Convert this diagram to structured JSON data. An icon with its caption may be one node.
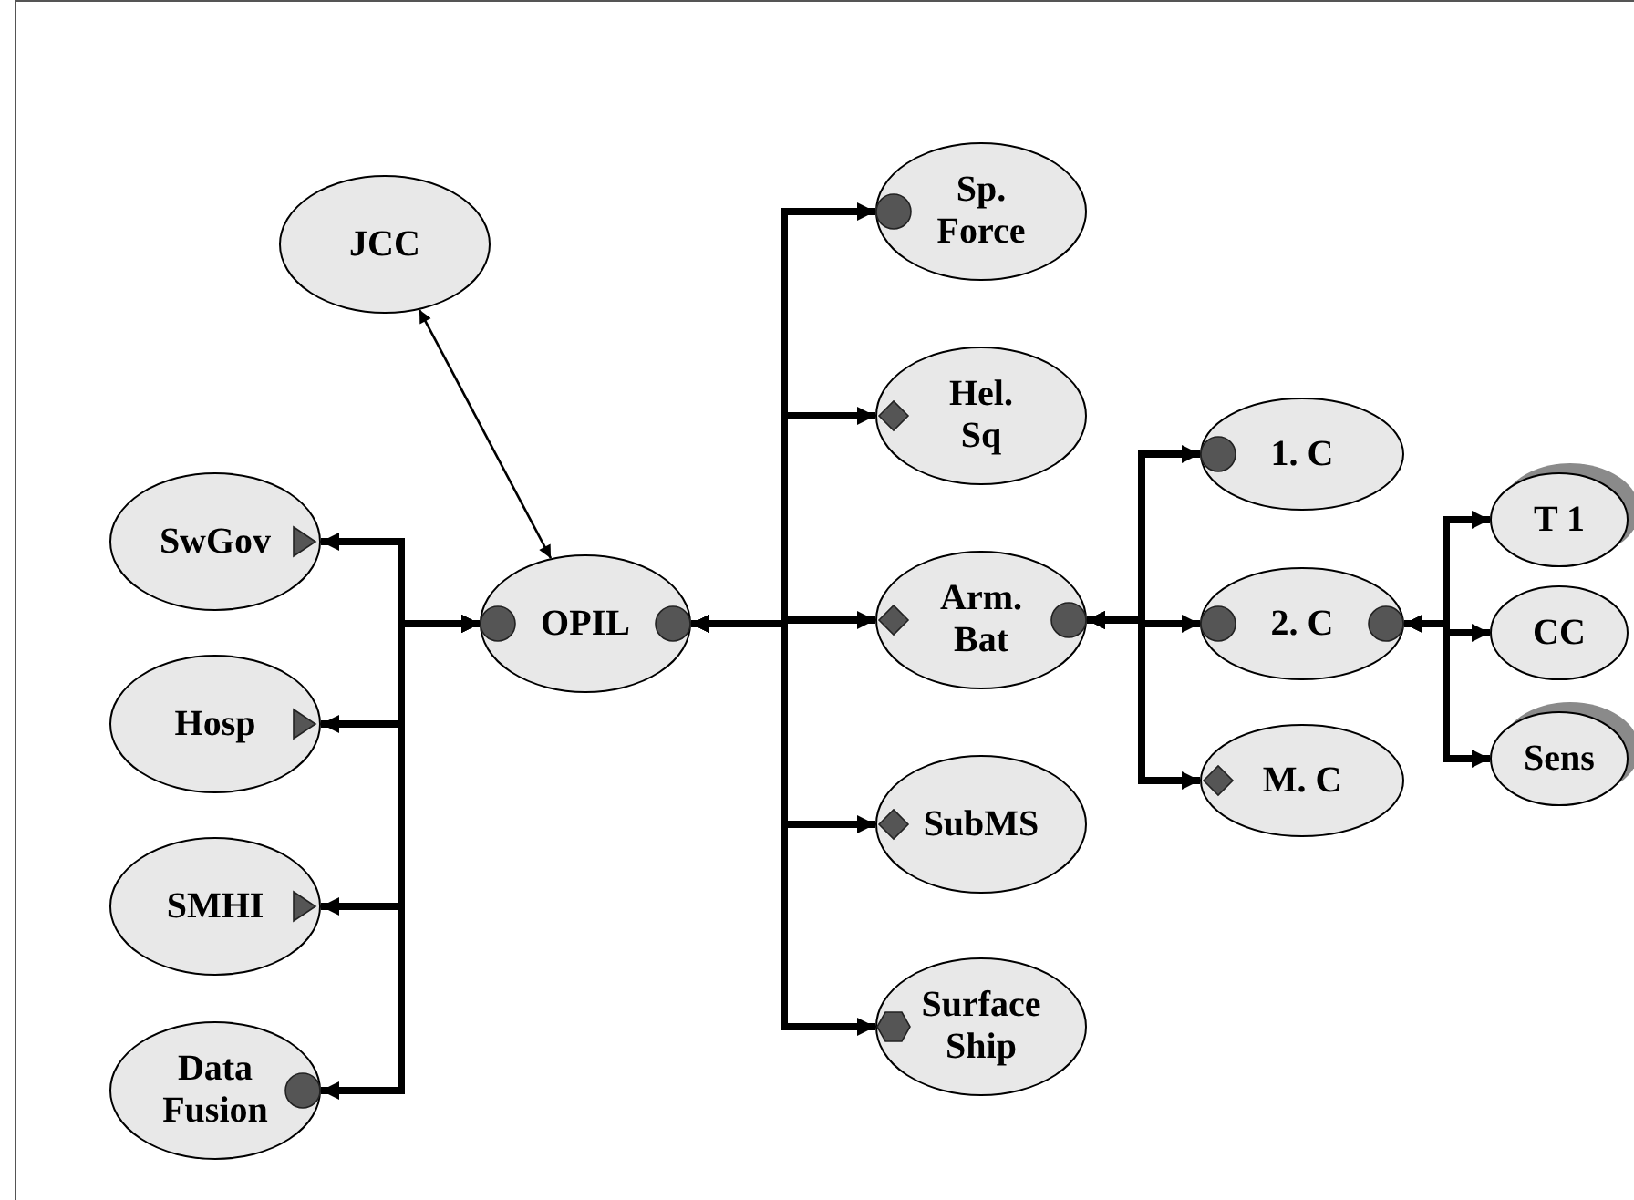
{
  "diagram": {
    "nodes": [
      {
        "text": [
          "JCC"
        ]
      },
      {
        "text": [
          "SwGov"
        ]
      },
      {
        "text": [
          "Hosp"
        ]
      },
      {
        "text": [
          "SMHI"
        ]
      },
      {
        "text": [
          "Data Fusion"
        ]
      },
      {
        "text": [
          "OPIL"
        ]
      },
      {
        "text": [
          "Sp. Force"
        ]
      },
      {
        "text": [
          "Hel. Sq"
        ]
      },
      {
        "text": [
          "Arm. Bat"
        ]
      },
      {
        "text": [
          "SubMS"
        ]
      },
      {
        "text": [
          "Surface Ship"
        ]
      },
      {
        "text": [
          "1. C"
        ]
      },
      {
        "text": [
          "2. C"
        ]
      },
      {
        "text": [
          "M. C"
        ]
      },
      {
        "text": [
          "T 1"
        ]
      },
      {
        "text": [
          "CC"
        ]
      },
      {
        "text": [
          "Sens"
        ]
      }
    ],
    "edges": [
      {
        "from": 0,
        "to": 5,
        "arrow": "both"
      },
      {
        "from": 5,
        "to": 1,
        "arrow": "both"
      },
      {
        "from": 5,
        "to": 2,
        "arrow": "both"
      },
      {
        "from": 5,
        "to": 3,
        "arrow": "both"
      },
      {
        "from": 5,
        "to": 4,
        "arrow": "both"
      },
      {
        "from": 5,
        "to": 6,
        "arrow": "both"
      },
      {
        "from": 5,
        "to": 7,
        "arrow": "both"
      },
      {
        "from": 5,
        "to": 8,
        "arrow": "both"
      },
      {
        "from": 5,
        "to": 9,
        "arrow": "both"
      },
      {
        "from": 5,
        "to": 10,
        "arrow": "both"
      },
      {
        "from": 8,
        "to": 11,
        "arrow": "both"
      },
      {
        "from": 8,
        "to": 12,
        "arrow": "both"
      },
      {
        "from": 8,
        "to": 13,
        "arrow": "both"
      },
      {
        "from": 12,
        "to": 14,
        "arrow": "both"
      },
      {
        "from": 12,
        "to": 15,
        "arrow": "both"
      },
      {
        "from": 12,
        "to": 16,
        "arrow": "both"
      }
    ]
  }
}
